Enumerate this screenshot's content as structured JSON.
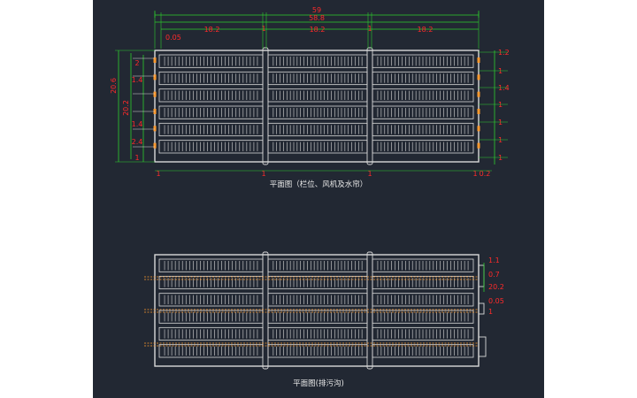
{
  "plan_top": {
    "caption": "平面图（栏位、风机及水帘）",
    "dims_top": {
      "overall": "59",
      "inner": "58.8",
      "bays": [
        "18.2",
        "18.2",
        "18.2"
      ],
      "edge": "0.05",
      "sep_1": "1",
      "sep_2": "1"
    },
    "dims_left": {
      "outer": "20.6",
      "inner": "20.2",
      "rows": [
        "2",
        "1.4",
        "1.4",
        "2.4",
        "1"
      ]
    },
    "dims_right": [
      "1.2",
      "1",
      "1.4",
      "1",
      "1",
      "1",
      "1"
    ],
    "dims_bottom": {
      "left": "1",
      "mid": "1",
      "right_1": "1",
      "right_2": "0.2"
    }
  },
  "plan_bottom": {
    "caption": "平面图(排污沟)",
    "dims_right": [
      "1.1",
      "0.7",
      "20.2",
      "0.05",
      "1"
    ]
  },
  "colors": {
    "background": "#222833",
    "lines": "#d9d9d9",
    "dims": "#ff2a2a",
    "green": "#2ecc2e",
    "orange": "#ff9a2e"
  }
}
